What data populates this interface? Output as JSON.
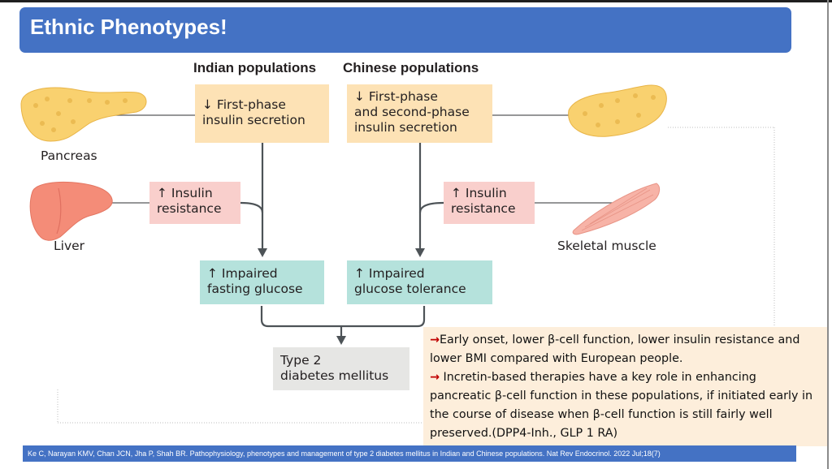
{
  "title": "Ethnic Phenotypes!",
  "columns": {
    "indian": "Indian populations",
    "chinese": "Chinese populations"
  },
  "boxes": {
    "indian_secretion": [
      "↓ First-phase",
      "insulin secretion"
    ],
    "chinese_secretion": [
      "↓ First-phase",
      "and second-phase",
      "insulin secretion"
    ],
    "indian_resistance": [
      "↑ Insulin",
      "resistance"
    ],
    "chinese_resistance": [
      "↑ Insulin",
      "resistance"
    ],
    "impaired_fasting": [
      "↑ Impaired",
      "fasting glucose"
    ],
    "impaired_tolerance": [
      "↑ Impaired",
      "glucose tolerance"
    ],
    "t2dm": [
      "Type 2",
      "diabetes mellitus"
    ]
  },
  "organs": {
    "pancreas": "Pancreas",
    "liver": "Liver",
    "skeletal_muscle": "Skeletal muscle"
  },
  "icons": [
    "pancreas-icon",
    "liver-icon",
    "skeletal-muscle-icon",
    "right-arrow-icon"
  ],
  "colors": {
    "title_bar": "#4472c4",
    "secretion_box": "#fde2b5",
    "resistance_box": "#f9cfcc",
    "impaired_box": "#b5e2dc",
    "outcome_box": "#e6e6e4",
    "note_bg": "#fdeedb",
    "bullet_arrow": "#c00000",
    "connector": "#4d5357"
  },
  "note": {
    "bullet1_arrow": "→",
    "bullet1": "Early onset, lower β-cell function, lower insulin resistance and lower BMI compared with European people.",
    "bullet2_arrow": "→",
    "bullet2": " Incretin-based therapies have a key role in enhancing pancreatic β-cell function in these populations, if initiated early in the course of disease when β-cell function is still fairly well preserved.(DPP4-Inh., GLP 1 RA)"
  },
  "citation": "Ke C, Narayan KMV, Chan JCN, Jha P, Shah BR. Pathophysiology, phenotypes and management of type 2 diabetes mellitus in Indian and Chinese populations. Nat Rev Endocrinol. 2022 Jul;18(7)"
}
